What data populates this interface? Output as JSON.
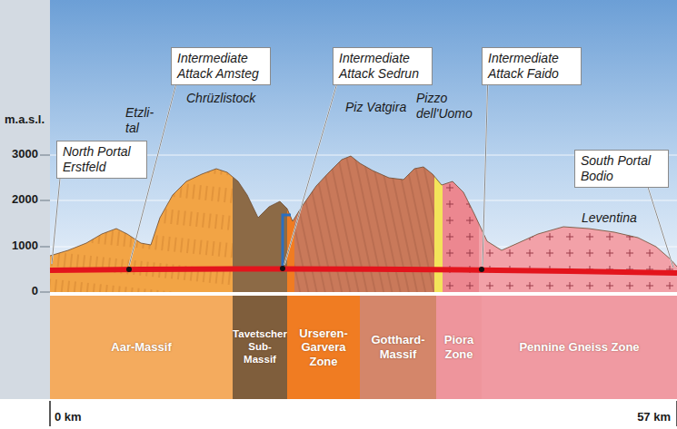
{
  "diagram": {
    "nodes": [
      {
        "text": [
          "North Portal Erstfeld"
        ]
      },
      {
        "text": [
          "Intermediate Attack Amsteg"
        ]
      },
      {
        "text": [
          "Intermediate Attack Sedrun"
        ]
      },
      {
        "text": [
          "Intermediate Attack Faido"
        ]
      },
      {
        "text": [
          "South Portal Bodio"
        ]
      },
      {
        "text": [
          "Aar-Massif"
        ]
      },
      {
        "text": [
          "Tavetscher Sub-Massif"
        ]
      },
      {
        "text": [
          "Urseren-Garvera Zone"
        ]
      },
      {
        "text": [
          "Gotthard-Massif"
        ]
      },
      {
        "text": [
          "Piora Zone"
        ]
      },
      {
        "text": [
          "Pennine Gneiss Zone"
        ]
      }
    ],
    "labels": [
      "m.a.s.l.",
      "3000",
      "2000",
      "1000",
      "0",
      "Chrüzlistock",
      "Etzli- tal",
      "Piz Vatgira",
      "Pizzo dell'Uomo",
      "Leventina",
      "0 km",
      "57 km"
    ]
  }
}
